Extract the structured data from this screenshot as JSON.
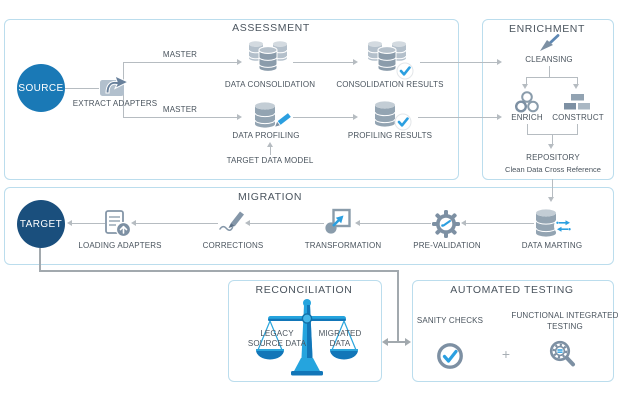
{
  "assessment": {
    "title": "ASSESSMENT",
    "source": "SOURCE",
    "extract_adapters": "EXTRACT ADAPTERS",
    "master_top": "MASTER",
    "master_bottom": "MASTER",
    "data_consolidation": "DATA CONSOLIDATION",
    "consolidation_results": "CONSOLIDATION RESULTS",
    "data_profiling": "DATA PROFILING",
    "profiling_results": "PROFILING RESULTS",
    "target_data_model": "TARGET DATA MODEL"
  },
  "enrichment": {
    "title": "ENRICHMENT",
    "cleansing": "CLEANSING",
    "enrich": "ENRICH",
    "construct": "CONSTRUCT",
    "repository": "REPOSITORY",
    "repository_note": "Clean Data Cross Reference"
  },
  "migration": {
    "title": "MIGRATION",
    "target": "TARGET",
    "loading_adapters": "LOADING ADAPTERS",
    "corrections": "CORRECTIONS",
    "transformation": "TRANSFORMATION",
    "pre_validation": "PRE-VALIDATION",
    "data_marting": "DATA MARTING"
  },
  "reconciliation": {
    "title": "RECONCILIATION",
    "left_pan": {
      "line1": "LEGACY",
      "line2": "SOURCE DATA"
    },
    "right_pan": {
      "line1": "MIGRATED",
      "line2": "DATA"
    }
  },
  "testing": {
    "title": "AUTOMATED TESTING",
    "sanity_checks": "SANITY CHECKS",
    "functional": {
      "line1": "FUNCTIONAL INTEGRATED",
      "line2": "TESTING"
    },
    "plus": "+"
  },
  "colors": {
    "source_circle": "#1a79b6",
    "target_circle": "#1a4f7d",
    "panel_border": "#bbdded",
    "connector": "#b6bcc1",
    "connector_dark": "#a2a9ae",
    "text": "#4a545e",
    "icon_slate": "#7d90a3",
    "icon_slate_light": "#b4c0cb",
    "accent_blue": "#2b9fe0",
    "scale_blue": "#25a4de",
    "scale_blue_dark": "#1276b8"
  }
}
